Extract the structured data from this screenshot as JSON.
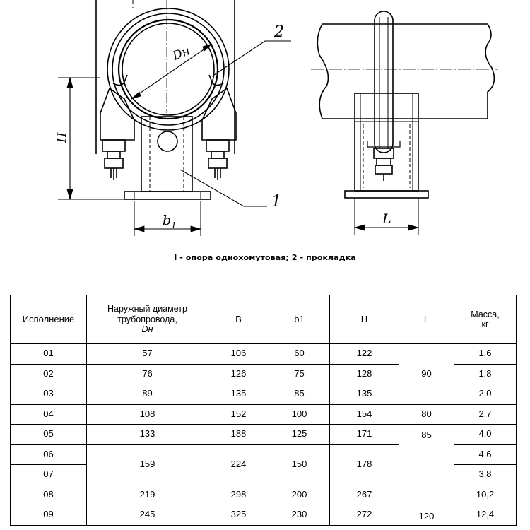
{
  "drawing": {
    "callout_1": "1",
    "callout_2": "2",
    "dim_dn": "Dн",
    "dim_h": "H",
    "dim_b1_main": "b",
    "dim_b1_sub": "1",
    "dim_l": "L"
  },
  "caption": "I - опора однохомутовая; 2 - прокладка",
  "table": {
    "headers": {
      "variant": "Исполнение",
      "diam_line1": "Наружный диаметр",
      "diam_line2": "трубопровода,",
      "diam_line3": "Dн",
      "b": "B",
      "b1": "b1",
      "h": "H",
      "l": "L",
      "mass_line1": "Масса,",
      "mass_line2": "кг"
    },
    "rows": [
      {
        "variant": "01",
        "dn": "57",
        "b": "106",
        "b1": "60",
        "h": "122",
        "mass": "1,6"
      },
      {
        "variant": "02",
        "dn": "76",
        "b": "126",
        "b1": "75",
        "h": "128",
        "mass": "1,8"
      },
      {
        "variant": "03",
        "dn": "89",
        "b": "135",
        "b1": "85",
        "h": "135",
        "mass": "2,0"
      },
      {
        "variant": "04",
        "dn": "108",
        "b": "152",
        "b1": "100",
        "h": "154",
        "mass": "2,7"
      },
      {
        "variant": "05",
        "dn": "133",
        "b": "188",
        "b1": "125",
        "h": "171",
        "mass": "4,0"
      },
      {
        "variant": "06",
        "dn": "159",
        "b": "224",
        "b1": "150",
        "h": "178",
        "mass": "4,6"
      },
      {
        "variant": "07",
        "mass": "3,8"
      },
      {
        "variant": "08",
        "dn": "219",
        "b": "298",
        "b1": "200",
        "h": "267",
        "mass": "10,2"
      },
      {
        "variant": "09",
        "dn": "245",
        "b": "325",
        "b1": "230",
        "h": "272",
        "mass": "12,4"
      }
    ],
    "l_groups": [
      "90",
      "80",
      "85",
      "120"
    ]
  }
}
